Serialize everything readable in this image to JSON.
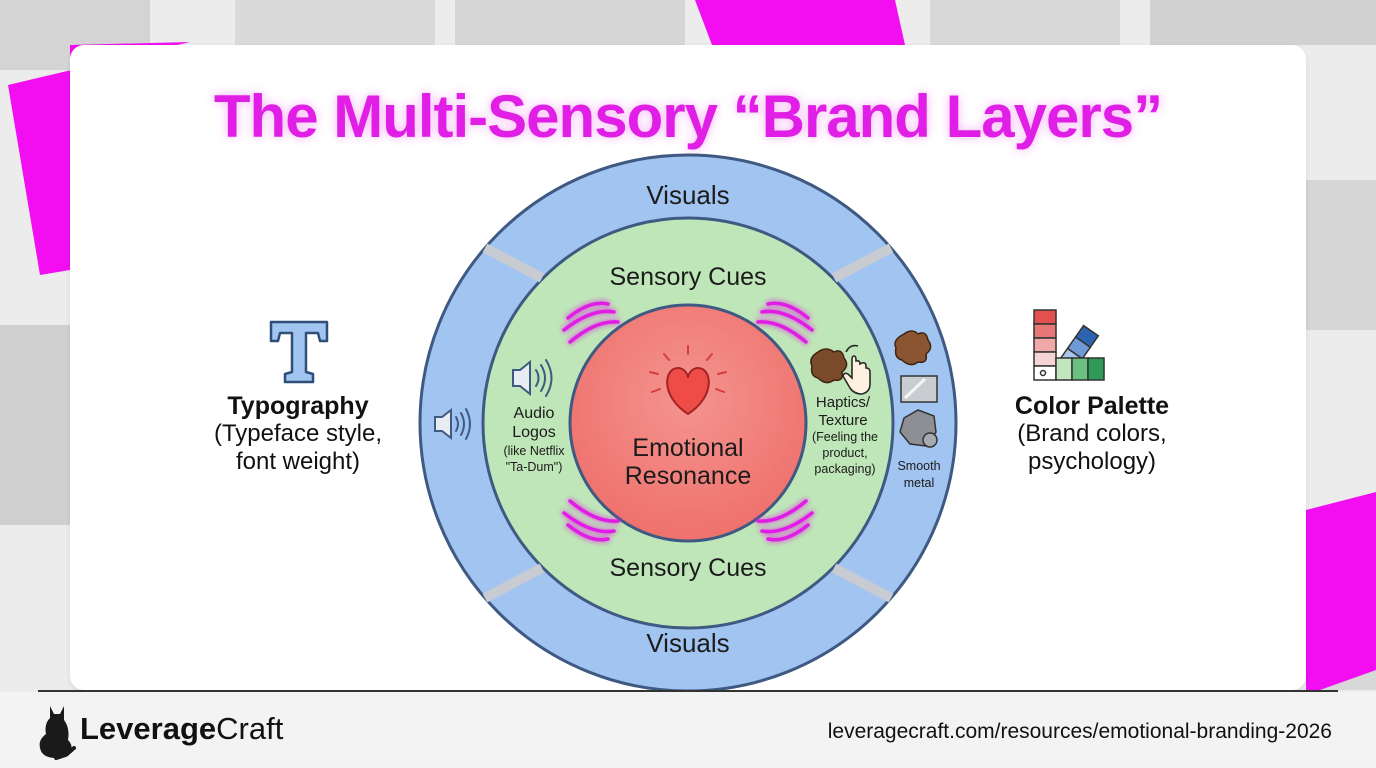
{
  "title": "The Multi-Sensory “Brand Layers”",
  "rings": {
    "outer_top": "Visuals",
    "outer_bottom": "Visuals",
    "middle_top": "Sensory Cues",
    "middle_bottom": "Sensory Cues",
    "center_line1": "Emotional",
    "center_line2": "Resonance"
  },
  "audio": {
    "line1": "Audio",
    "line2": "Logos",
    "note1": "(like Netflix",
    "note2": "\"Ta-Dum\")"
  },
  "haptics": {
    "line1": "Haptics/",
    "line2": "Texture",
    "note1": "(Feeling the",
    "note2": "product,",
    "note3": "packaging)"
  },
  "metal": {
    "line1": "Smooth",
    "line2": "metal"
  },
  "left_panel": {
    "heading": "Typography",
    "description": "(Typeface style,\nfont weight)"
  },
  "right_panel": {
    "heading": "Color Palette",
    "description": "(Brand colors,\npsychology)"
  },
  "footer": {
    "brand_bold": "Leverage",
    "brand_regular": "Craft",
    "url": "leveragecraft.com/resources/emotional-branding-2026"
  },
  "colors": {
    "accent_magenta": "#e11ee6",
    "outer_ring": "#a2c4f0",
    "middle_ring": "#bfe6b8",
    "center": "#f17c78",
    "ring_outline": "#3f5a82"
  },
  "icons": [
    "typography-icon",
    "color-palette-icon",
    "speaker-icon",
    "heart-icon",
    "leather-swatch-icon",
    "hand-touch-icon",
    "metal-plate-icon",
    "stone-icon",
    "cat-logo-icon"
  ]
}
